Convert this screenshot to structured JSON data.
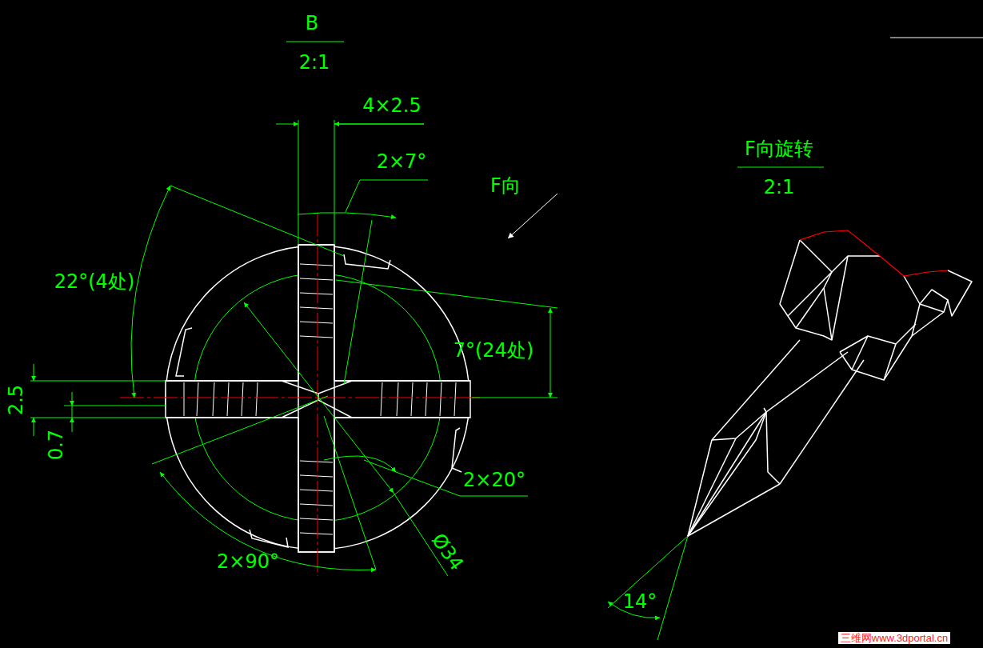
{
  "diagram": {
    "labels": [
      "B",
      "2:1",
      "4×2.5",
      "2×7°",
      "F向",
      "22°(4处)",
      "7°(24处)",
      "2.5",
      "0.7",
      "2×20°",
      "2×90°",
      "Ø34",
      "F向旋转",
      "2:1",
      "14°",
      "三维网www.3dportal.cn"
    ]
  }
}
